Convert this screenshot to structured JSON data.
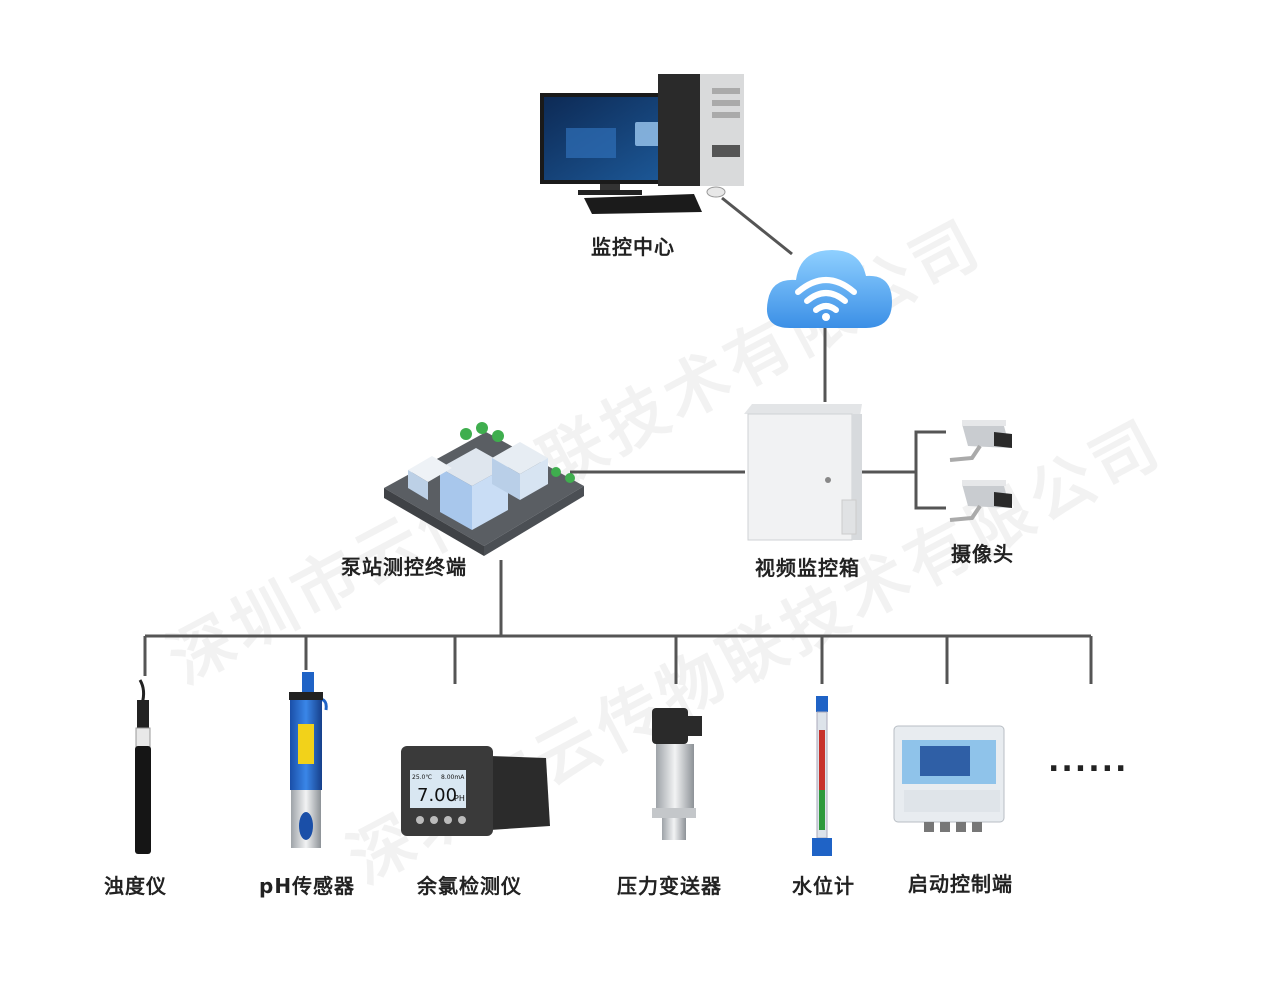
{
  "nodes": {
    "monitor_center": "监控中心",
    "pump_terminal": "泵站测控终端",
    "video_box": "视频监控箱",
    "camera": "摄像头"
  },
  "devices": {
    "turbidity": "浊度仪",
    "ph_sensor": "pH传感器",
    "chlorine": "余氯检测仪",
    "pressure": "压力变送器",
    "level": "水位计",
    "start_control": "启动控制端",
    "more": "......"
  },
  "screens": {
    "chlorine_reading": "7.00",
    "chlorine_unit": "PH",
    "chlorine_temp": "25.0℃",
    "chlorine_current": "8.00mA"
  },
  "watermark": "深圳市云传物联技术有限公司",
  "colors": {
    "line": "#555555",
    "cloud": "#4aa3f0",
    "sensor_blue": "#1f63c6"
  },
  "icons": [
    "computer-icon",
    "cloud-wifi-icon",
    "cabinet-icon",
    "camera-icon",
    "city-icon"
  ]
}
